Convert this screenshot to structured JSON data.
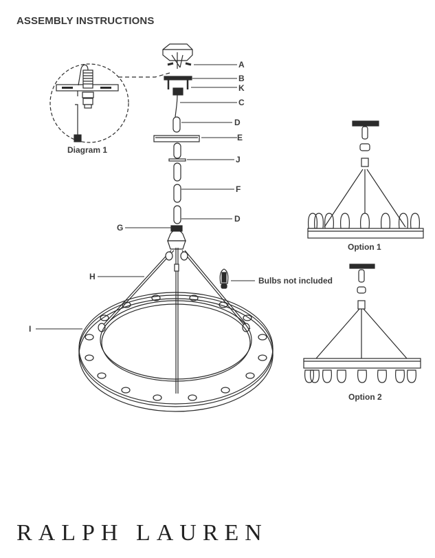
{
  "header": {
    "title": "ASSEMBLY INSTRUCTIONS"
  },
  "parts": {
    "A": "A",
    "B": "B",
    "K": "K",
    "C": "C",
    "D1": "D",
    "E": "E",
    "J": "J",
    "F": "F",
    "D2": "D",
    "G": "G",
    "H": "H",
    "I": "I"
  },
  "diagram1": {
    "caption": "Diagram 1"
  },
  "bulbs_note": "Bulbs not included",
  "options": [
    {
      "caption": "Option 1"
    },
    {
      "caption": "Option 2"
    }
  ],
  "footer": {
    "brand": "RALPH LAUREN"
  },
  "colors": {
    "ink": "#2b2b2b",
    "text": "#3a3a3a",
    "background": "#ffffff"
  }
}
